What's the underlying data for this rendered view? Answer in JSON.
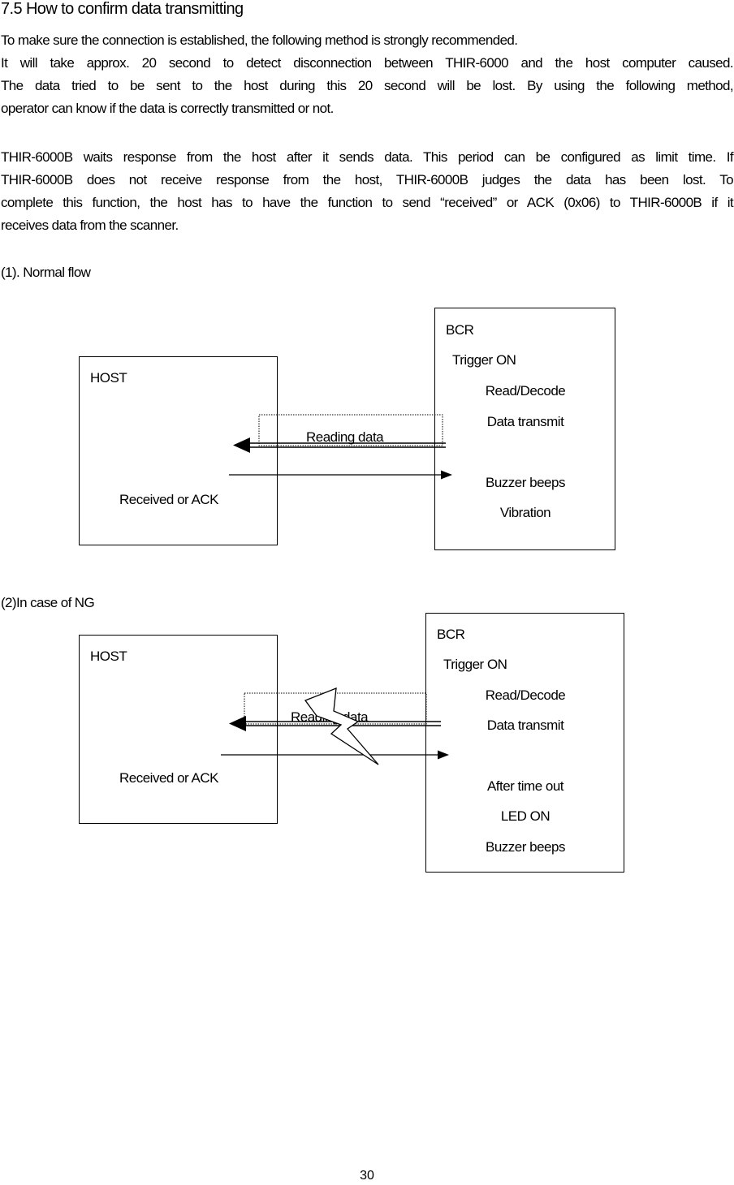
{
  "section_title": "7.5 How to confirm data transmitting",
  "intro": {
    "line1": "To make sure the connection is established, the following method is strongly recommended.",
    "line2": "It will take approx. 20 second to detect disconnection between THIR-6000 and the host computer caused.",
    "line3": "The data tried to be sent to the host during this 20 second will be lost.   By using the following method,",
    "line4": "operator can know if the data is correctly transmitted or not."
  },
  "para2": {
    "line1": "THIR-6000B waits response from the host after it sends data. This period can be configured as limit time.    If",
    "line2": "THIR-6000B does not receive response from the host, THIR-6000B judges the data has been lost.   To",
    "line3": "complete this function, the host has to have the function to send “received” or ACK (0x06) to THIR-6000B if it",
    "line4": "receives data from the scanner."
  },
  "normal_flow": {
    "title": "(1). Normal flow",
    "host_label": "HOST",
    "host_reply": "Received or ACK",
    "bcr_label": "BCR",
    "trigger": "Trigger ON",
    "steps": [
      "Read/Decode",
      "Data transmit",
      "",
      "Buzzer beeps",
      "Vibration"
    ],
    "arrow_label": "Reading data"
  },
  "ng_flow": {
    "title": "(2)In case of NG",
    "host_label": "HOST",
    "host_reply": "Received or ACK",
    "bcr_label": "BCR",
    "trigger": "Trigger ON",
    "steps": [
      "Read/Decode",
      "Data transmit",
      "",
      "After time out",
      "LED ON",
      "Buzzer beeps"
    ],
    "arrow_label": "Reading data",
    "icon": "lightning-bolt-icon"
  },
  "page_number": "30"
}
